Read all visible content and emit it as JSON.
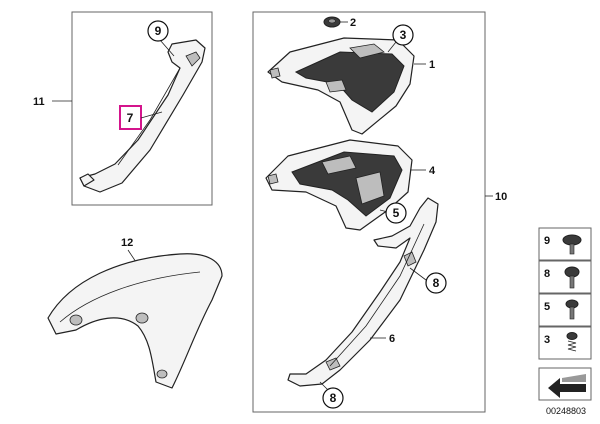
{
  "callouts": {
    "c1": "1",
    "c2": "2",
    "c3": "3",
    "c4": "4",
    "c5": "5",
    "c6": "6",
    "c7": "7",
    "c8a": "8",
    "c8b": "8",
    "c9": "9",
    "c10": "10",
    "c11": "11",
    "c12": "12"
  },
  "legend": {
    "items": [
      {
        "label": "9",
        "icon": "screw-round-head-icon"
      },
      {
        "label": "8",
        "icon": "screw-dome-head-icon"
      },
      {
        "label": "5",
        "icon": "screw-pan-head-icon"
      },
      {
        "label": "3",
        "icon": "screw-spring-icon"
      }
    ]
  },
  "diagram_id": "00248803",
  "colors": {
    "highlight": "#d4148c",
    "line": "#222222"
  }
}
